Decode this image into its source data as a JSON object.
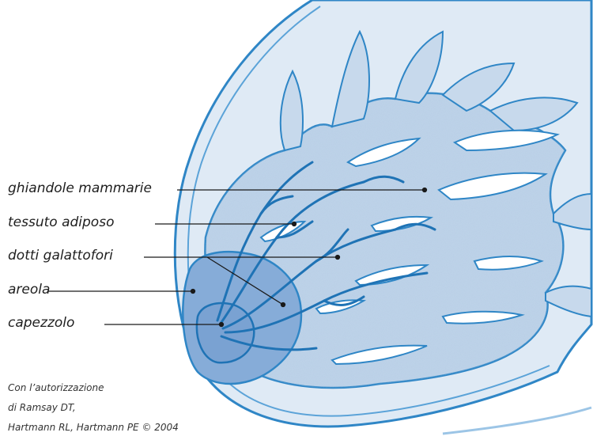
{
  "labels": {
    "ghiandole": "ghiandole mammarie",
    "tessuto": "tessuto adiposo",
    "dotti": "dotti galattofori",
    "areola": "areola",
    "capezzolo": "capezzolo"
  },
  "credit": {
    "line1": "Con l’autorizzazione",
    "line2": "di Ramsay DT,",
    "line3": "Hartmann RL, Hartmann PE © 2004"
  },
  "colors": {
    "outline": "#2f86c6",
    "tissue_fill": "#b9cfe6",
    "areola_fill": "#86acd8",
    "leader": "#1a1a1a"
  }
}
